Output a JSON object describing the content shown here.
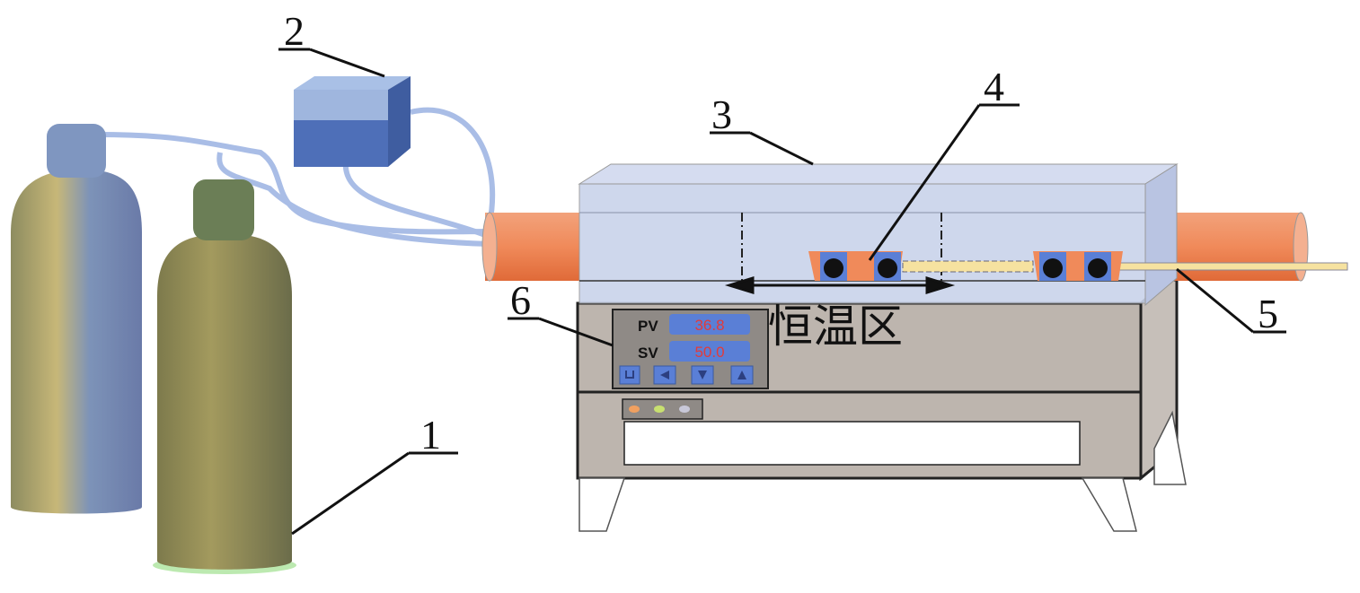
{
  "labels": {
    "n1": "1",
    "n2": "2",
    "n3": "3",
    "n4": "4",
    "n5": "5",
    "n6": "6"
  },
  "zone_text": "恒温区",
  "controller": {
    "pv_label": "PV",
    "pv_value": "36.8",
    "sv_label": "SV",
    "sv_value": "50.0",
    "buttons": [
      "cycle-icon",
      "left-arrow-icon",
      "down-arrow-icon",
      "up-arrow-icon"
    ]
  },
  "colors": {
    "tube": "#e9794a",
    "furnace": "#c9d3ea",
    "cabinet": "#bdb5ae",
    "display": "#5a7fd6",
    "display_text": "#e23b3b",
    "gas_tube": "#a9bde6",
    "box_top": "#9fb6de",
    "box_bottom": "#4e6fb8"
  }
}
